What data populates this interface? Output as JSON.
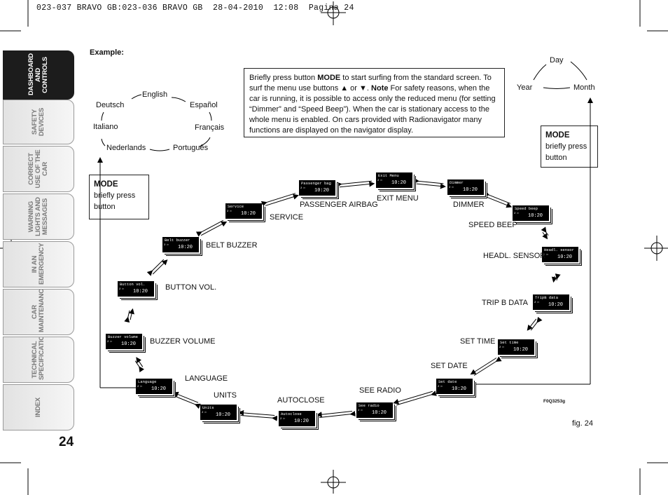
{
  "header": {
    "line": "023-037 BRAVO GB:023-036 BRAVO GB  28-04-2010  12:08  Pagina 24"
  },
  "sidebar": {
    "tabs": [
      {
        "label": "DASHBOARD AND CONTROLS",
        "active": true
      },
      {
        "label": "SAFETY DEVICES",
        "active": false
      },
      {
        "label": "CORRECT USE OF THE CAR",
        "active": false
      },
      {
        "label": "WARNING LIGHTS AND MESSAGES",
        "active": false
      },
      {
        "label": "IN AN EMERGENCY",
        "active": false
      },
      {
        "label": "CAR MAINTENANCE",
        "active": false
      },
      {
        "label": "TECHNICAL SPECIFICATIONS",
        "active": false
      },
      {
        "label": "INDEX",
        "active": false
      }
    ]
  },
  "page_number": "24",
  "example_label": "Example:",
  "info_text": {
    "p1": "Briefly press button ",
    "mode": "MODE",
    "p2": " to start surfing from the standard screen. To surf the menu use buttons ▲ or ▼. ",
    "note": "Note",
    "p3": " For safety reasons, when the car is running, it is possible to access only the reduced menu (for setting “Dimmer” and “Speed Beep”). When the car is stationary access to the whole menu is enabled. On cars provided with Radionavigator many functions are displayed on the navigator display."
  },
  "mode_boxes": {
    "title": "MODE",
    "text": "briefly press button"
  },
  "languages": [
    "English",
    "Español",
    "Français",
    "Português",
    "Nederlands",
    "Italiano",
    "Deutsch"
  ],
  "date_cycle": [
    "Day",
    "Month",
    "Year"
  ],
  "menu_items": [
    {
      "label": "EXIT MENU",
      "lcd": "Exit Menu"
    },
    {
      "label": "DIMMER",
      "lcd": "Dimmer"
    },
    {
      "label": "SPEED BEEP",
      "lcd": "Speed beep"
    },
    {
      "label": "HEADL. SENSOR",
      "lcd": "Headl. sensor"
    },
    {
      "label": "TRIP B DATA",
      "lcd": "TripB data"
    },
    {
      "label": "SET TIME",
      "lcd": "Set time"
    },
    {
      "label": "SET DATE",
      "lcd": "Set date"
    },
    {
      "label": "SEE RADIO",
      "lcd": "See radio"
    },
    {
      "label": "AUTOCLOSE",
      "lcd": "Autoclose"
    },
    {
      "label": "UNITS",
      "lcd": "Units"
    },
    {
      "label": "LANGUAGE",
      "lcd": "Language"
    },
    {
      "label": "BUZZER VOLUME",
      "lcd": "Buzzer volume"
    },
    {
      "label": "BUTTON VOL.",
      "lcd": "Button vol."
    },
    {
      "label": "BELT BUZZER",
      "lcd": "Belt buzzer"
    },
    {
      "label": "SERVICE",
      "lcd": "Service"
    },
    {
      "label": "PASSENGER AIRBAG",
      "lcd": "Passenger bag"
    }
  ],
  "lcd_clock": "10:20",
  "lcd_symbol": "2 ▷",
  "figure_code": "F0Q3253g",
  "fig_caption": "fig. 24"
}
